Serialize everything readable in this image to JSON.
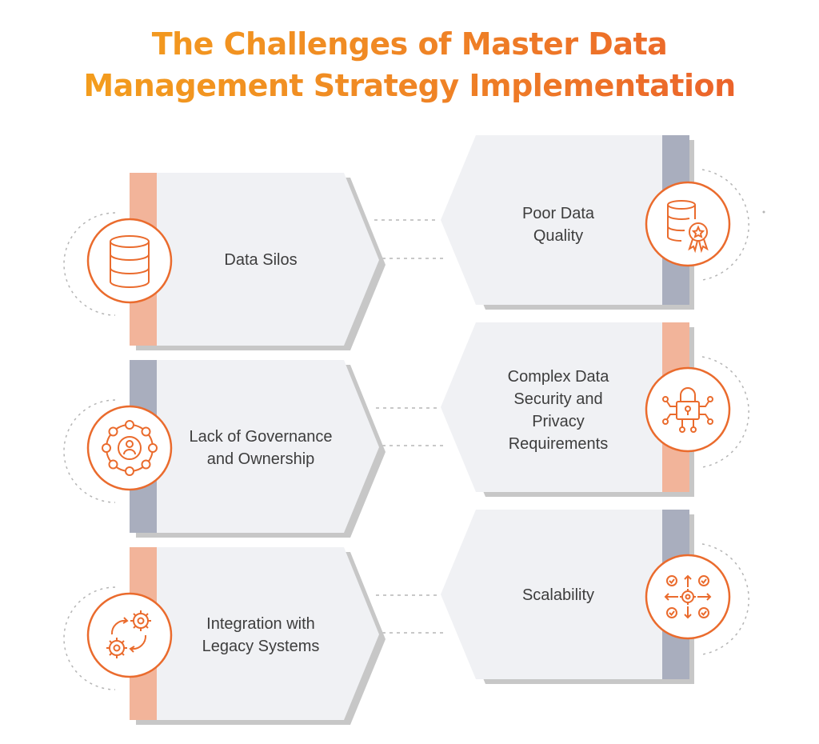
{
  "title": {
    "line1": "The Challenges of Master Data",
    "line2": "Management Strategy Implementation"
  },
  "colors": {
    "accent": "#ea6b2d",
    "peach_bar": "#f2b49a",
    "slate_bar": "#a9aebe",
    "card_fill": "#f0f1f4",
    "card_shadow": "#c7c7c7",
    "text": "#3d3d3d"
  },
  "cards": [
    {
      "label": "Data Silos",
      "side": "left",
      "bar": "peach",
      "icon": "database-icon"
    },
    {
      "label": "Poor Data Quality",
      "side": "right",
      "bar": "slate",
      "icon": "database-quality-badge-icon"
    },
    {
      "label": "Lack of Governance and Ownership",
      "side": "left",
      "bar": "slate",
      "icon": "governance-user-network-icon"
    },
    {
      "label": "Complex Data Security and Privacy Requirements",
      "side": "right",
      "bar": "peach",
      "icon": "security-lock-network-icon"
    },
    {
      "label": "Integration with Legacy Systems",
      "side": "left",
      "bar": "peach",
      "icon": "gears-integration-icon"
    },
    {
      "label": "Scalability",
      "side": "right",
      "bar": "slate",
      "icon": "scalability-arrows-icon"
    }
  ]
}
